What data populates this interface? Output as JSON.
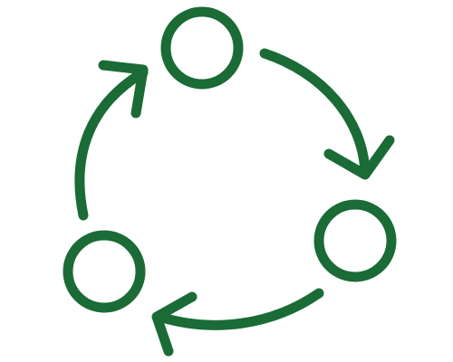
{
  "diagram": {
    "type": "cycle",
    "nodes": 3,
    "arrows": 3,
    "direction": "clockwise",
    "stroke_color": "#1a6b35",
    "background_color": "#ffffff",
    "icon": "cycle-arrows-icon"
  }
}
